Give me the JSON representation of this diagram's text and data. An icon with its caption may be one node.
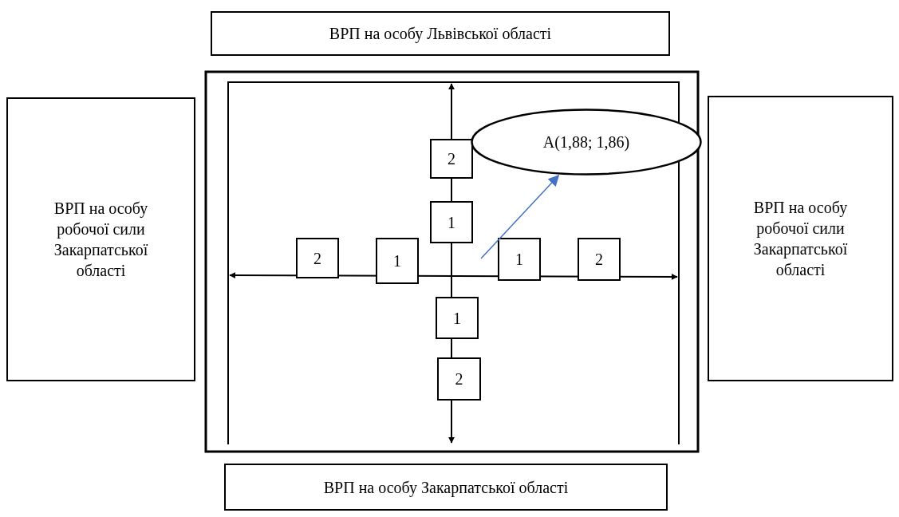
{
  "diagram": {
    "nodes": [
      {
        "text": [
          "ВРП на особу Львівської області"
        ]
      },
      {
        "text": [
          "ВРП на особу робочої сили Закарпатської області"
        ]
      },
      {
        "text": [
          "ВРП на особу робочої сили Закарпатської області"
        ]
      },
      {
        "text": [
          "2"
        ]
      },
      {
        "text": [
          "A(1,88; 1,86)"
        ]
      },
      {
        "text": [
          "1"
        ]
      },
      {
        "text": [
          "2"
        ]
      },
      {
        "text": [
          "1"
        ]
      },
      {
        "text": [
          "1"
        ]
      },
      {
        "text": [
          "2"
        ]
      },
      {
        "text": [
          "1"
        ]
      },
      {
        "text": [
          "2"
        ]
      },
      {
        "text": [
          "ВРП на особу Закарпатської області"
        ]
      }
    ],
    "edges": [
      {
        "from": null,
        "to": 4,
        "arrow": "to",
        "color": "#4472c4"
      }
    ]
  }
}
